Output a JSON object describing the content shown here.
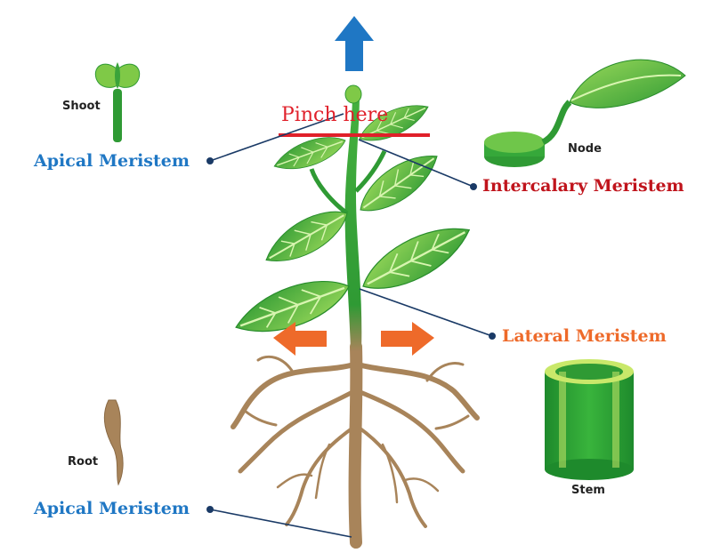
{
  "labels": {
    "shoot": "Shoot",
    "apical_top": "Apical Meristem",
    "node": "Node",
    "intercalary": "Intercalary Meristem",
    "pinch": "Pinch here",
    "lateral": "Lateral Meristem",
    "stem": "Stem",
    "root": "Root",
    "apical_bottom": "Apical Meristem"
  },
  "colors": {
    "apical": "#1f77c4",
    "intercalary": "#c0141c",
    "lateral": "#ee6a2a",
    "pinch": "#e0202a",
    "leaf_dark": "#2e9a2e",
    "leaf_light": "#8fd14f",
    "stem": "#3aa33a",
    "root": "#a8845a",
    "arrow_up": "#1f77c4",
    "arrow_side": "#ee6a2a"
  },
  "icons": [
    "up-arrow-icon",
    "left-arrow-icon",
    "right-arrow-icon",
    "shoot-icon",
    "root-icon",
    "node-leaf-icon",
    "stem-cylinder-icon"
  ]
}
